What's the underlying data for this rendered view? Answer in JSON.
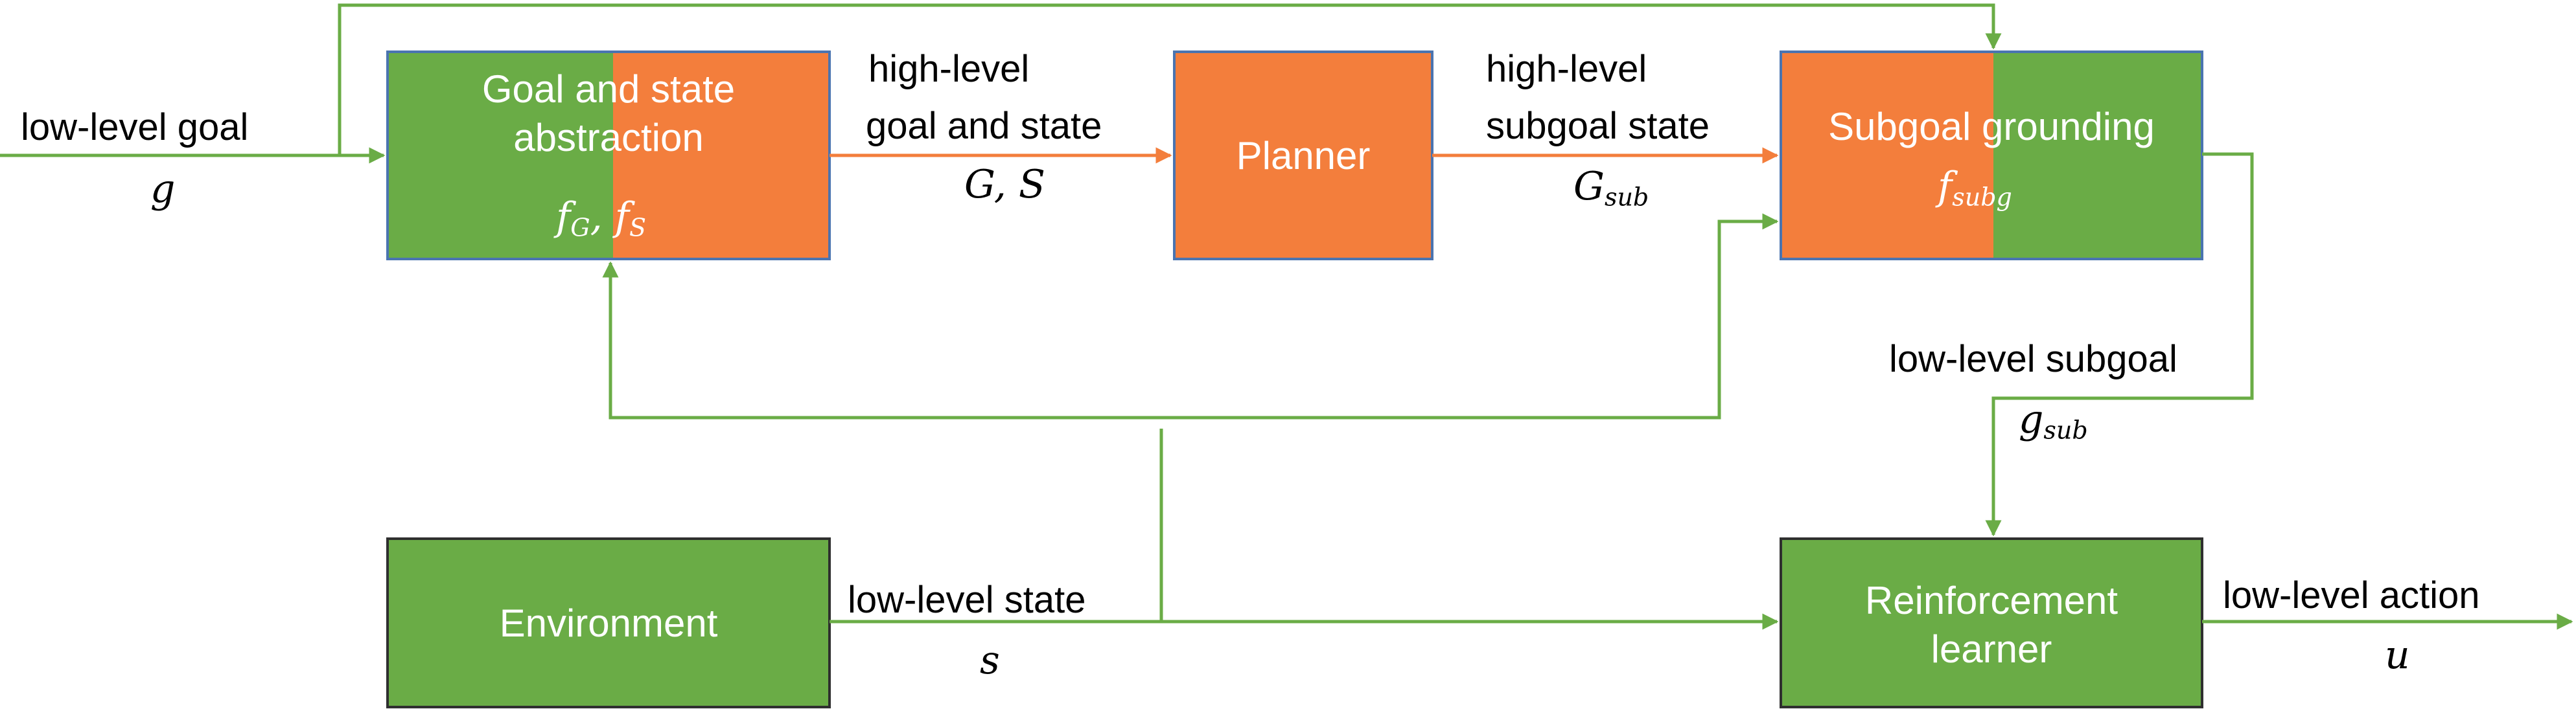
{
  "colors": {
    "green": "#6aac46",
    "orange": "#f37e3c",
    "border": "#4a74b0",
    "arrow_green": "#6aac46",
    "arrow_orange": "#f37e3c"
  },
  "nodes": {
    "abstraction": {
      "label_line1": "Goal and state",
      "label_line2": "abstraction",
      "func": "f",
      "func_sub1": "G",
      "func_sep": ", ",
      "func2": "f",
      "func_sub2": "S"
    },
    "planner": {
      "label": "Planner"
    },
    "grounding": {
      "label": "Subgoal grounding",
      "func": "f",
      "func_sub": "subg"
    },
    "environment": {
      "label": "Environment"
    },
    "learner": {
      "label_line1": "Reinforcement",
      "label_line2": "learner"
    }
  },
  "edges": {
    "input_goal": {
      "label": "low-level goal",
      "symbol": "g"
    },
    "high_level": {
      "label_line1": "high-level",
      "label_line2": "goal and state",
      "symbol": "G, S"
    },
    "subgoal_state": {
      "label_line1": "high-level",
      "label_line2": "subgoal state",
      "symbol": "G",
      "symbol_sub": "sub"
    },
    "low_subgoal": {
      "label": "low-level subgoal",
      "symbol": "g",
      "symbol_sub": "sub"
    },
    "low_state": {
      "label": "low-level state",
      "symbol": "s"
    },
    "action": {
      "label": "low-level action",
      "symbol": "u"
    }
  }
}
